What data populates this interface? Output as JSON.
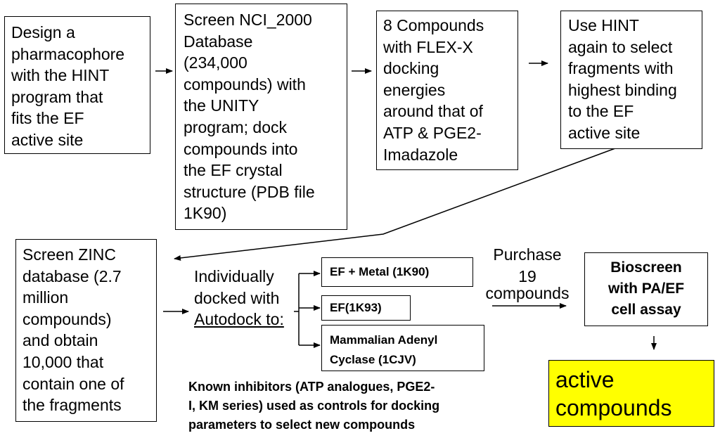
{
  "step1": [
    "Design a",
    "pharmacophore",
    "with the HINT",
    "program that",
    "fits the EF",
    "active site"
  ],
  "step2": [
    "Screen NCI_2000",
    "Database",
    "(234,000",
    "compounds) with",
    "the UNITY",
    "program; dock",
    "compounds into",
    "the EF crystal",
    "structure (PDB file",
    "1K90)"
  ],
  "step3": [
    "8 Compounds",
    "with FLEX-X",
    "docking",
    "energies",
    "around that of",
    "ATP & PGE2-",
    "Imadazole"
  ],
  "step4": [
    "Use HINT",
    "again to select",
    "fragments with",
    "highest binding",
    "to the EF",
    "active site"
  ],
  "step5": [
    "Screen ZINC",
    "database (2.7",
    "million",
    "compounds)",
    "and obtain",
    "10,000 that",
    "contain one of",
    "the fragments"
  ],
  "docked": {
    "line1": "Individually",
    "line2": "docked with",
    "line3": "Autodock to:"
  },
  "targets": {
    "t1": "EF + Metal (1K90)",
    "t2": "EF(1K93)",
    "t3_line1": "Mammalian Adenyl",
    "t3_line2": "Cyclase (1CJV)"
  },
  "purchase": {
    "line1": "Purchase",
    "line2": "19",
    "line3": "compounds"
  },
  "bioscreen": {
    "line1": "Bioscreen",
    "line2": "with PA/EF",
    "line3": "cell assay"
  },
  "active": {
    "line1": "active",
    "line2": "compounds"
  },
  "controls_note": [
    "Known inhibitors  (ATP analogues, PGE2-",
    "I, KM series) used as controls for docking",
    "parameters to select new compounds"
  ],
  "colors": {
    "highlight": "#ffff00"
  }
}
